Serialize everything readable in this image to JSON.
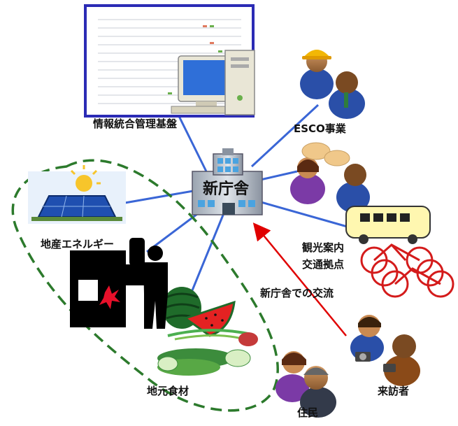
{
  "labels": {
    "center": "新庁舎",
    "management": "情報統合管理基盤",
    "esco": "ESCO事業",
    "tourism_line1": "観光案内",
    "tourism_line2": "交通拠点",
    "exchange": "新庁舎での交流",
    "visitors": "来訪者",
    "residents": "住民",
    "local_food": "地元食材",
    "local_energy": "地産エネルギー"
  },
  "colors": {
    "connector": "#3a66d6",
    "exchange_arrow": "#e00000",
    "local_loop": "#2c7a2c",
    "monitor_frame": "#2b2bb5"
  },
  "icons": [
    "building-icon",
    "computer-icon",
    "worker-people-icon",
    "meeting-people-icon",
    "bus-icon",
    "bicycle-icon",
    "visitors-people-icon",
    "residents-people-icon",
    "vegetables-icon",
    "solar-panel-icon",
    "generator-icon"
  ]
}
